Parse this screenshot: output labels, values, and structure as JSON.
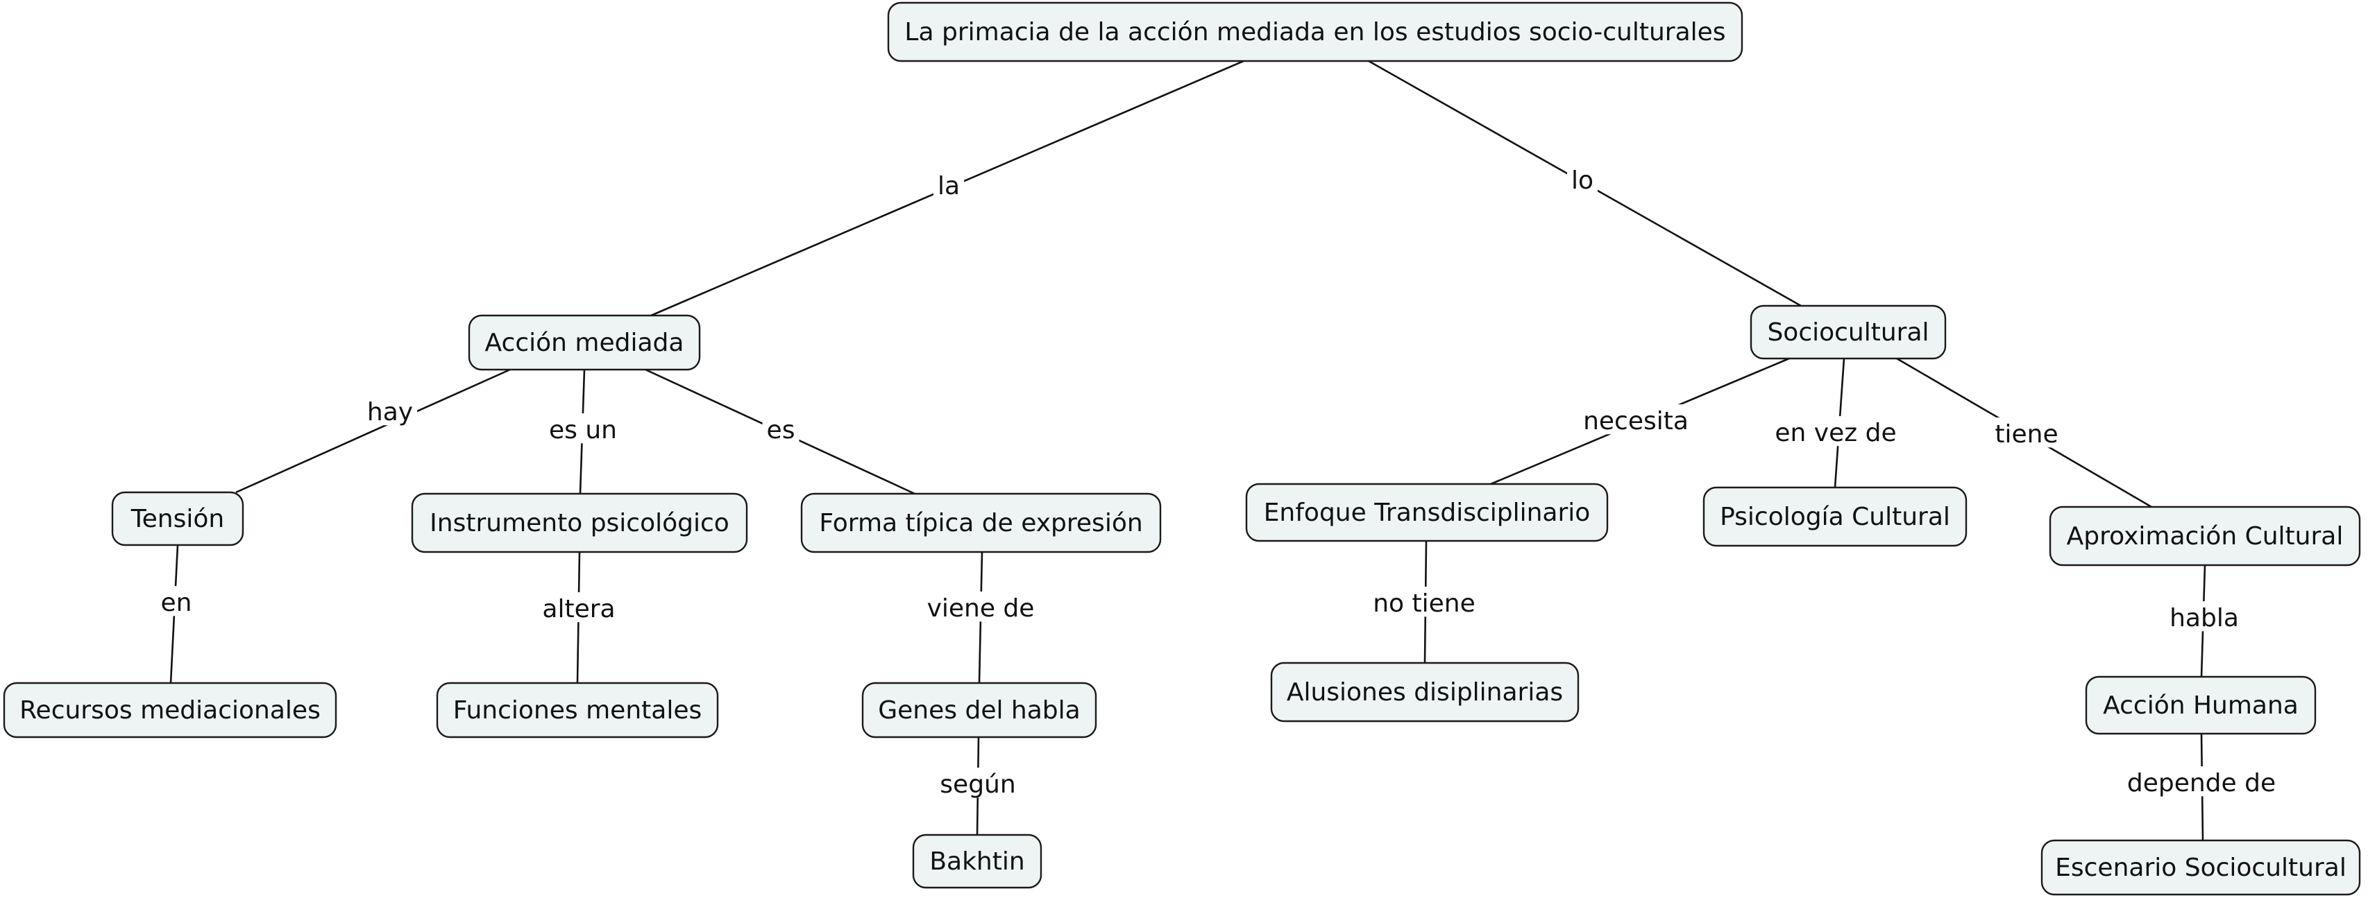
{
  "concept_map": {
    "nodes": [
      {
        "id": "root",
        "label": "La primacia de la acción mediada en los estudios socio-culturales"
      },
      {
        "id": "accion",
        "label": "Acción mediada"
      },
      {
        "id": "socio",
        "label": "Sociocultural"
      },
      {
        "id": "tension",
        "label": "Tensión"
      },
      {
        "id": "instrumento",
        "label": "Instrumento psicológico"
      },
      {
        "id": "forma",
        "label": "Forma típica de expresión"
      },
      {
        "id": "recursos",
        "label": "Recursos mediacionales"
      },
      {
        "id": "funciones",
        "label": "Funciones mentales"
      },
      {
        "id": "genes",
        "label": "Genes del habla"
      },
      {
        "id": "bakhtin",
        "label": "Bakhtin"
      },
      {
        "id": "enfoque",
        "label": "Enfoque Transdisciplinario"
      },
      {
        "id": "psico",
        "label": "Psicología Cultural"
      },
      {
        "id": "aprox",
        "label": "Aproximación Cultural"
      },
      {
        "id": "alusiones",
        "label": "Alusiones disiplinarias"
      },
      {
        "id": "humana",
        "label": "Acción Humana"
      },
      {
        "id": "escenario",
        "label": "Escenario Sociocultural"
      }
    ],
    "links": [
      {
        "from": "root",
        "to": "accion",
        "label": "la"
      },
      {
        "from": "root",
        "to": "socio",
        "label": "lo"
      },
      {
        "from": "accion",
        "to": "tension",
        "label": "hay"
      },
      {
        "from": "accion",
        "to": "instrumento",
        "label": "es un"
      },
      {
        "from": "accion",
        "to": "forma",
        "label": "es"
      },
      {
        "from": "tension",
        "to": "recursos",
        "label": "en"
      },
      {
        "from": "instrumento",
        "to": "funciones",
        "label": "altera"
      },
      {
        "from": "forma",
        "to": "genes",
        "label": "viene de"
      },
      {
        "from": "genes",
        "to": "bakhtin",
        "label": "según"
      },
      {
        "from": "socio",
        "to": "enfoque",
        "label": "necesita"
      },
      {
        "from": "socio",
        "to": "psico",
        "label": "en vez de"
      },
      {
        "from": "socio",
        "to": "aprox",
        "label": "tiene"
      },
      {
        "from": "enfoque",
        "to": "alusiones",
        "label": "no tiene"
      },
      {
        "from": "aprox",
        "to": "humana",
        "label": "habla"
      },
      {
        "from": "humana",
        "to": "escenario",
        "label": "depende de"
      }
    ]
  }
}
